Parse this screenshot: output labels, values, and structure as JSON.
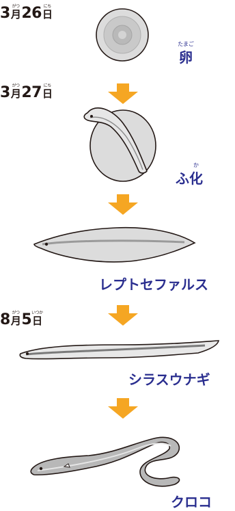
{
  "stages": {
    "date1": {
      "month_num": "3",
      "month_kanji": "月",
      "month_ruby": "がつ",
      "day_num": "26",
      "day_kanji": "日",
      "day_ruby": "にち"
    },
    "date2": {
      "month_num": "3",
      "month_kanji": "月",
      "month_ruby": "がつ",
      "day_num": "27",
      "day_kanji": "日",
      "day_ruby": "にち"
    },
    "date3": {
      "month_num": "8",
      "month_kanji": "月",
      "month_ruby": "がつ",
      "day_num": "5",
      "day_kanji": "日",
      "day_ruby": "いつか"
    },
    "egg": {
      "label": "卵",
      "ruby": "たまご"
    },
    "hatch": {
      "kana": "ふ",
      "kanji": "化",
      "ruby": "か"
    },
    "leptocephalus": {
      "label": "レプトセファルス"
    },
    "glass_eel": {
      "label": "シラスウナギ"
    },
    "elver": {
      "label": "クロコ"
    }
  },
  "colors": {
    "arrow": "#f5a623",
    "label": "#2a2e8f",
    "outline": "#231815",
    "fill": "#d9d9d9"
  }
}
